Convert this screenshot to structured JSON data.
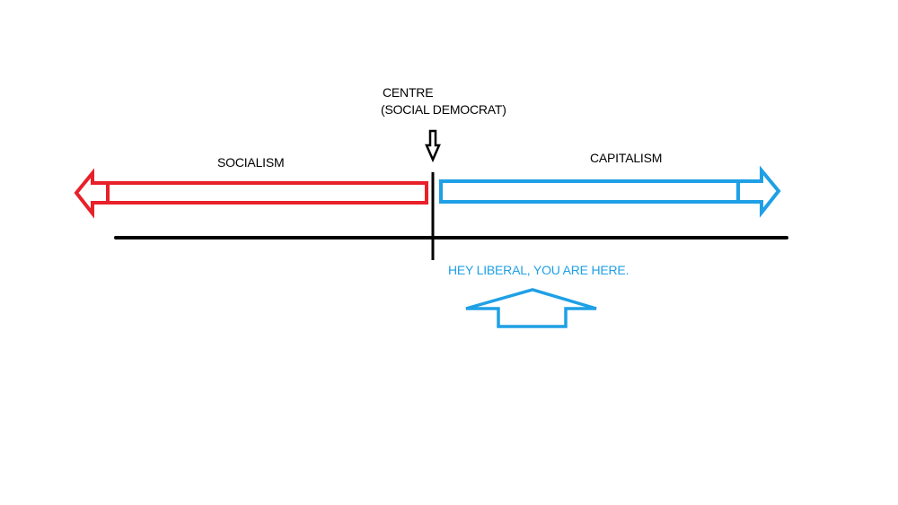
{
  "labels": {
    "centre_line1": "CENTRE",
    "centre_line2": "(SOCIAL DEMOCRAT)",
    "socialism": "SOCIALISM",
    "capitalism": "CAPITALISM",
    "you_are_here": "HEY LIBERAL, YOU ARE HERE."
  },
  "colors": {
    "socialism": "#e8202a",
    "capitalism": "#1fa0e6",
    "axis": "#000000"
  }
}
